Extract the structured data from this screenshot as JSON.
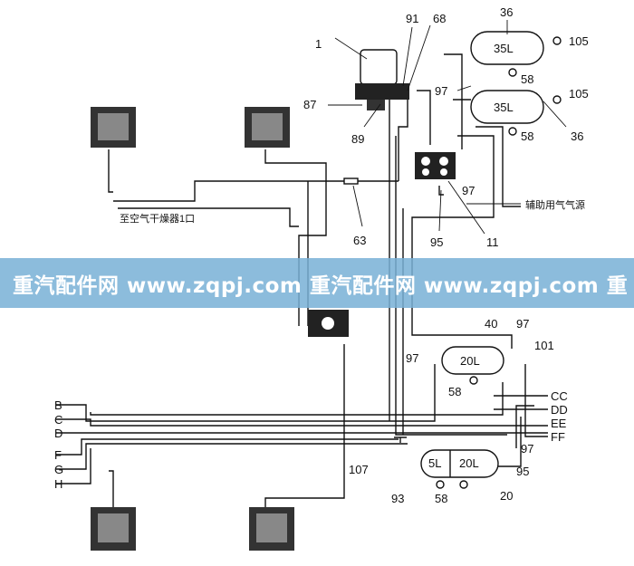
{
  "diagram": {
    "labels": {
      "l1": "1",
      "l91": "91",
      "l68": "68",
      "l36a": "36",
      "l105a": "105",
      "l35a": "35L",
      "l58a": "58",
      "l97a": "97",
      "l105b": "105",
      "l35b": "35L",
      "l58b": "58",
      "l36b": "36",
      "l87": "87",
      "l89": "89",
      "l97b": "97",
      "l63": "63",
      "l95a": "95",
      "l11": "11",
      "dryer_port": "至空气干燥器1口",
      "aux_source": "辅助用气气源",
      "l40": "40",
      "l97c": "97",
      "l101": "101",
      "l97d": "97",
      "l20La": "20L",
      "l58c": "58",
      "B": "B",
      "C": "C",
      "D": "D",
      "F": "F",
      "G": "G",
      "H": "H",
      "CC": "CC",
      "DD": "DD",
      "EE": "EE",
      "FF": "FF",
      "l107": "107",
      "l97e": "97",
      "l5L": "5L",
      "l20Lb": "20L",
      "l95b": "95",
      "l93": "93",
      "l58d": "58",
      "l20": "20"
    }
  },
  "watermark": {
    "text": "重汽配件网 www.zqpj.com 重汽配件网 www.zqpj.com 重"
  }
}
